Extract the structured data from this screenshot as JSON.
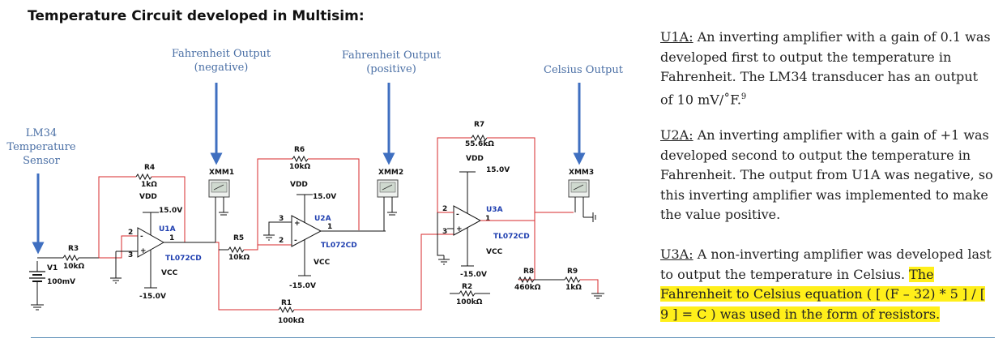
{
  "title": "Temperature Circuit developed in Multisim:",
  "callouts": {
    "lm34": [
      "LM34",
      "Temperature",
      "Sensor"
    ],
    "fahrenheit_negative": [
      "Fahrenheit Output",
      "(negative)"
    ],
    "fahrenheit_positive": [
      "Fahrenheit Output",
      "(positive)"
    ],
    "celsius": "Celsius Output"
  },
  "components": {
    "v1": {
      "name": "V1",
      "value": "100mV"
    },
    "r3": {
      "name": "R3",
      "value": "10kΩ"
    },
    "r4": {
      "name": "R4",
      "value": "1kΩ"
    },
    "u1a": {
      "name": "U1A",
      "part": "TL072CD",
      "vdd": "VDD",
      "vdd_value": "15.0V",
      "vcc": "VCC",
      "vcc_value": "-15.0V"
    },
    "xmm1": "XMM1",
    "r5": {
      "name": "R5",
      "value": "10kΩ"
    },
    "r6": {
      "name": "R6",
      "value": "10kΩ"
    },
    "u2a": {
      "name": "U2A",
      "part": "TL072CD",
      "vdd": "VDD",
      "vdd_value": "15.0V",
      "vcc": "VCC",
      "vcc_value": "-15.0V"
    },
    "r1": {
      "name": "R1",
      "value": "100kΩ"
    },
    "xmm2": "XMM2",
    "r7": {
      "name": "R7",
      "value": "55.6kΩ"
    },
    "u3a": {
      "name": "U3A",
      "part": "TL072CD",
      "vdd": "VDD",
      "vdd_value": "15.0V",
      "vcc": "VCC",
      "vcc_value": "-15.0V"
    },
    "r2": {
      "name": "R2",
      "value": "100kΩ"
    },
    "r8": {
      "name": "R8",
      "value": "460kΩ"
    },
    "r9": {
      "name": "R9",
      "value": "1kΩ"
    },
    "xmm3": "XMM3",
    "pin_in": "2",
    "pin_plus": "3",
    "pin_out": "1"
  },
  "notes": {
    "u1a_head": "U1A:",
    "u1a_body": " An inverting amplifier with a gain of 0.1 was developed first to output the temperature in Fahrenheit. The LM34 transducer has an output of 10 mV/˚F.",
    "u1a_sup": "9",
    "u2a_head": "U2A:",
    "u2a_body": " An inverting amplifier with a gain of +1 was developed second to output the temperature in Fahrenheit. The output from U1A was negative, so this inverting amplifier was implemented to make the value positive.",
    "u3a_head": "U3A:",
    "u3a_body": " A non-inverting amplifier was developed last to output the temperature in Celsius. ",
    "u3a_highlight": "The Fahrenheit to Celsius equation ( [ (F – 32) * 5 ] / [ 9 ] = C ) was used in the form of resistors.",
    "highlight_color": "#ffef1a"
  },
  "colors": {
    "callout_text": "#4a6fa5",
    "arrow": "#3f6fc0",
    "red_wire": "#d7282b",
    "opamp_label": "#1f3fb0",
    "rule": "#5a8db6"
  }
}
